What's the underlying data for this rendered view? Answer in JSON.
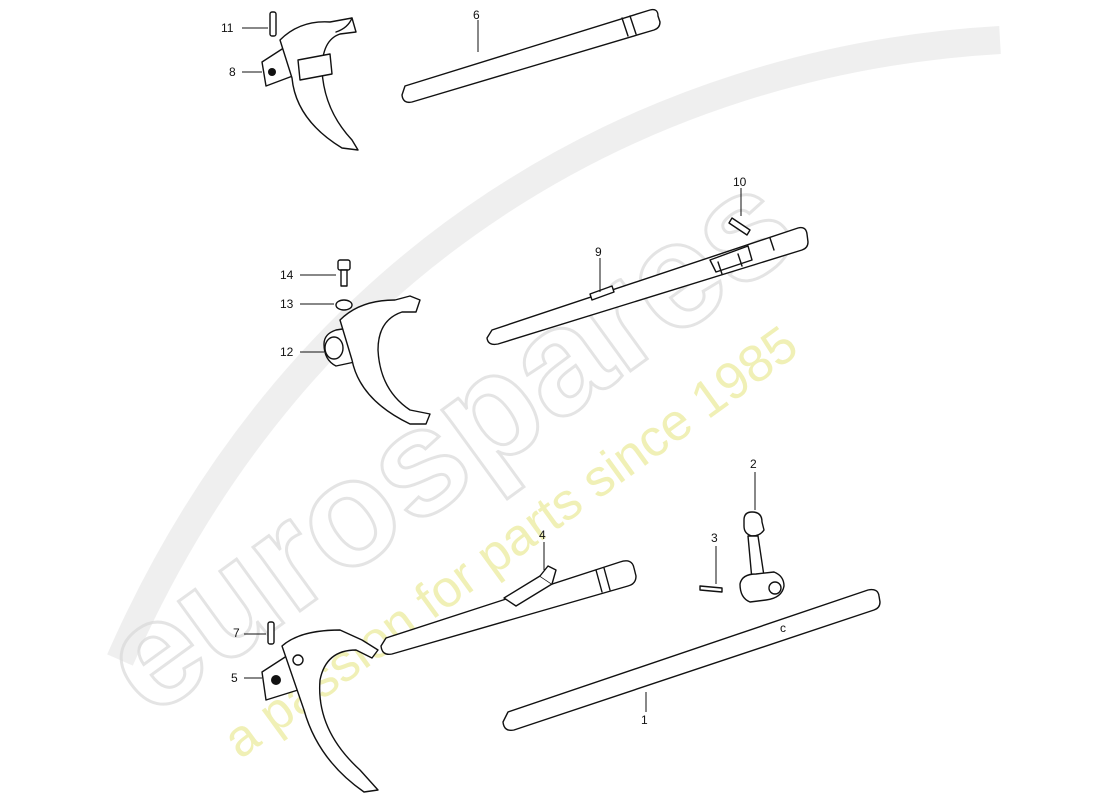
{
  "watermark": {
    "brand": "eurospares",
    "tagline": "a passion for parts since 1985"
  },
  "callouts": [
    {
      "id": "1",
      "label": "1"
    },
    {
      "id": "2",
      "label": "2"
    },
    {
      "id": "3",
      "label": "3"
    },
    {
      "id": "4",
      "label": "4"
    },
    {
      "id": "5",
      "label": "5"
    },
    {
      "id": "6",
      "label": "6"
    },
    {
      "id": "7",
      "label": "7"
    },
    {
      "id": "8",
      "label": "8"
    },
    {
      "id": "9",
      "label": "9"
    },
    {
      "id": "10",
      "label": "10"
    },
    {
      "id": "11",
      "label": "11"
    },
    {
      "id": "12",
      "label": "12"
    },
    {
      "id": "13",
      "label": "13"
    },
    {
      "id": "14",
      "label": "14"
    }
  ],
  "part_marks": {
    "shaft_1_mark": "c"
  },
  "colors": {
    "line": "#111111",
    "watermark_grey": "#d9d9d9",
    "watermark_yellow": "#ecec9e"
  }
}
